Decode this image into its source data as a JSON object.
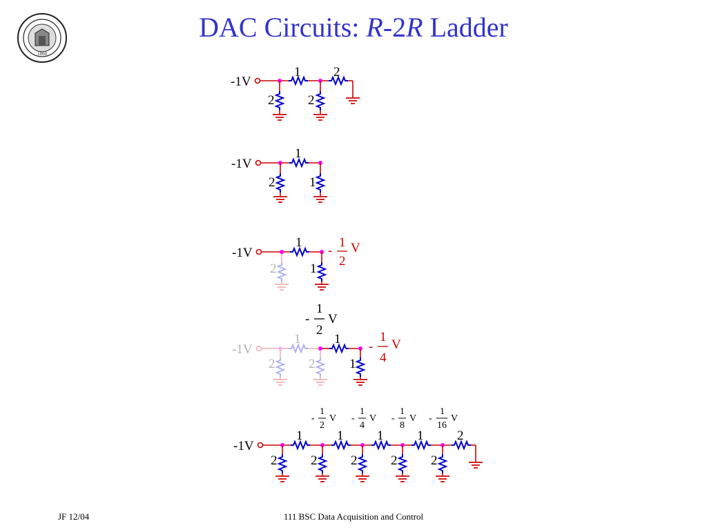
{
  "slide": {
    "title_prefix": "DAC Circuits: ",
    "title_r": "R",
    "title_mid": "-2",
    "title_r2": "R",
    "title_suffix": " Ladder",
    "footer_left": "JF 12/04",
    "footer_center": "111 BSC Data Acquisition and Control"
  },
  "circuits": {
    "source_label": "-1V",
    "r1": "1",
    "r2": "2",
    "half_num": "1",
    "half_den": "2",
    "quarter_den": "4",
    "eighth_den": "8",
    "sixteenth_den": "16",
    "minus": "-",
    "volt": "V"
  },
  "colors": {
    "title": "#3333cc",
    "wire": "#cc0000",
    "resistor": "#0000cc",
    "node": "#ff00ff",
    "highlight_text": "#cc0000"
  }
}
